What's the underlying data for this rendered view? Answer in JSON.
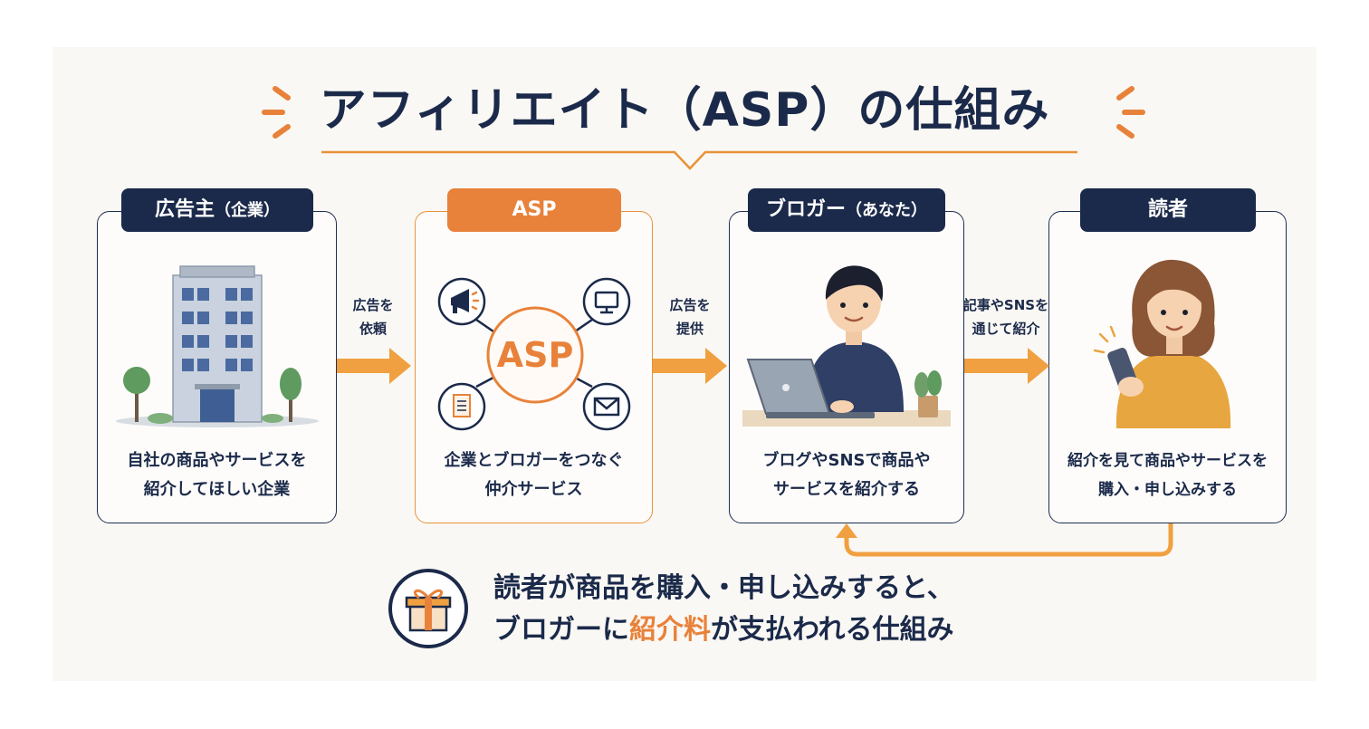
{
  "title": "アフィリエイト（ASP）の仕組み",
  "colors": {
    "navy": "#1b2a4a",
    "orange": "#e8823a",
    "arrow": "#f0a040",
    "background": "#faf8f4"
  },
  "steps": [
    {
      "tag": "広告主",
      "tag_sub": "（企業）",
      "desc_line1": "自社の商品やサービスを",
      "desc_line2": "紹介してほしい企業",
      "icon": "office-building-icon"
    },
    {
      "tag": "ASP",
      "tag_sub": "",
      "hub_label": "ASP",
      "desc_line1": "企業とブロガーをつなぐ",
      "desc_line2": "仲介サービス",
      "icons": [
        "megaphone-icon",
        "monitor-icon",
        "document-icon",
        "mail-icon"
      ]
    },
    {
      "tag": "ブロガー",
      "tag_sub": "（あなた）",
      "desc_line1": "ブログやSNSで商品や",
      "desc_line2": "サービスを紹介する",
      "icon": "blogger-with-laptop-illustration"
    },
    {
      "tag": "読者",
      "tag_sub": "",
      "desc_line1": "紹介を見て商品やサービスを",
      "desc_line2": "購入・申し込みする",
      "icon": "reader-with-phone-illustration"
    }
  ],
  "arrows": [
    {
      "line1": "広告を",
      "line2": "依頼"
    },
    {
      "line1": "広告を",
      "line2": "提供"
    },
    {
      "line1": "記事やSNSを",
      "line2": "通じて紹介"
    }
  ],
  "note": {
    "line1": "読者が商品を購入・申し込みすると、",
    "line2_pre": "ブロガーに",
    "line2_highlight": "紹介料",
    "line2_post": "が支払われる仕組み",
    "icon": "gift-icon"
  }
}
